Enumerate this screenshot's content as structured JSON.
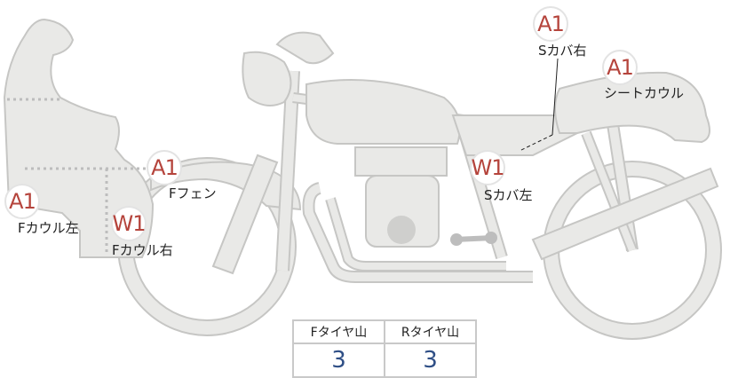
{
  "markers": [
    {
      "code": "A1",
      "label": "Sカバ右"
    },
    {
      "code": "A1",
      "label": "シートカウル"
    },
    {
      "code": "A1",
      "label": "Fフェン"
    },
    {
      "code": "W1",
      "label": "Sカバ左"
    },
    {
      "code": "A1",
      "label": "Fカウル左"
    },
    {
      "code": "W1",
      "label": "Fカウル右"
    }
  ],
  "tyre_table": {
    "headers": [
      "Fタイヤ山",
      "Rタイヤ山"
    ],
    "values": [
      "3",
      "3"
    ]
  },
  "colors": {
    "body_fill": "#e9e9e7",
    "outline": "#c6c6c4",
    "code_text": "#b5443c",
    "value_text": "#2f4f86",
    "dotted_line": "#bdbdbd"
  }
}
